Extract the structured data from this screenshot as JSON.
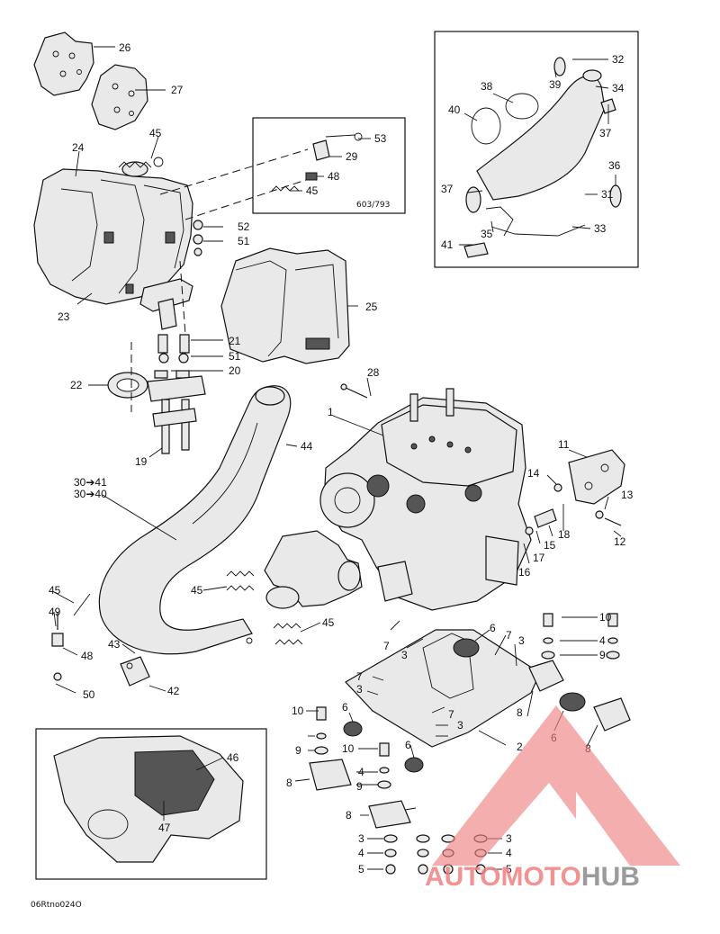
{
  "diagram": {
    "inset_reference": "603/793",
    "figure_code": "06Rtno024O",
    "callouts": {
      "c26": "26",
      "c27": "27",
      "c24": "24",
      "c45a": "45",
      "c23": "23",
      "c52": "52",
      "c51a": "51",
      "c25": "25",
      "c21": "21",
      "c51b": "51",
      "c20": "20",
      "c22": "22",
      "c19": "19",
      "c28": "28",
      "c1": "1",
      "c44": "44",
      "c3041": "30➔41",
      "c3040": "30➔40",
      "c11": "11",
      "c14": "14",
      "c13": "13",
      "c18": "18",
      "c15": "15",
      "c12": "12",
      "c17": "17",
      "c16": "16",
      "c45b": "45",
      "c45c": "45",
      "c45d": "45",
      "c49": "49",
      "c48a": "48",
      "c43": "43",
      "c42": "42",
      "c50": "50",
      "c7a": "7",
      "c3a": "3",
      "c6a": "6",
      "c7b": "7",
      "c3b": "3",
      "c10a": "10",
      "c4a": "4",
      "c9a": "9",
      "c7c": "7",
      "c3c": "3",
      "c7d": "7",
      "c3d": "3",
      "c8a": "8",
      "c6b": "6",
      "c8b": "8",
      "c2": "2",
      "c10b": "10",
      "c6c": "6",
      "c9b": "9",
      "c10c": "10",
      "c6d": "6",
      "c4b": "4",
      "c8c": "8",
      "c9c": "9",
      "c8d": "8",
      "c3e": "3",
      "c4c": "4",
      "c5a": "5",
      "c3f": "3",
      "c4d": "4",
      "c5b": "5",
      "c46": "46",
      "c47": "47",
      "c53": "53",
      "c29": "29",
      "c48b": "48",
      "c45e": "45",
      "c32": "32",
      "c39": "39",
      "c38": "38",
      "c34": "34",
      "c40": "40",
      "c37a": "37",
      "c36": "36",
      "c37b": "37",
      "c31": "31",
      "c35": "35",
      "c33": "33",
      "c41": "41"
    }
  },
  "watermark": {
    "brand_part1": "AUTOMOTO",
    "brand_part2": "HUB",
    "color_primary": "#f08080",
    "color_secondary": "#8a8a8a"
  }
}
